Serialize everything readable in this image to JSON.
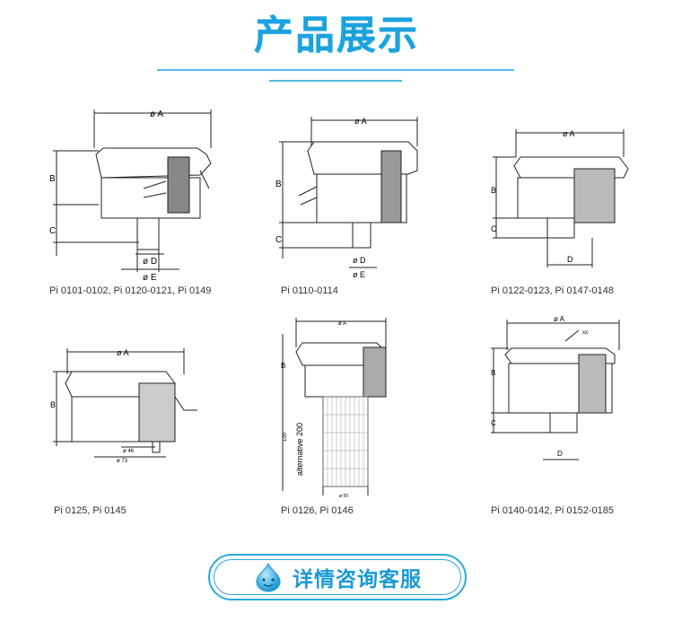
{
  "header": {
    "title": "产品展示"
  },
  "products": [
    {
      "caption": "Pi 0101-0102, Pi 0120-0121, Pi 0149",
      "dims": [
        "ø A",
        "B",
        "C",
        "ø D",
        "ø E"
      ]
    },
    {
      "caption": "Pi 0110-0114",
      "dims": [
        "ø A",
        "B",
        "C",
        "ø D",
        "ø E"
      ]
    },
    {
      "caption": "Pi 0122-0123, Pi 0147-0148",
      "dims": [
        "ø A",
        "B",
        "C",
        "D"
      ]
    },
    {
      "caption": "Pi 0125, Pi 0145",
      "dims": [
        "ø A",
        "B",
        "ø 46",
        "ø 73"
      ]
    },
    {
      "caption": "Pi 0126, Pi 0146",
      "dims": [
        "ø A",
        "B",
        "alternative 200",
        "100",
        "ø 50"
      ]
    },
    {
      "caption": "Pi 0140-0142, Pi 0152-0185",
      "dims": [
        "ø A",
        "B",
        "C",
        "D",
        "xx"
      ]
    }
  ],
  "cta": {
    "label": "详情咨询客服",
    "icon": "water-drop-icon"
  },
  "colors": {
    "accent": "#1aa3de",
    "line": "#55b8e6"
  }
}
